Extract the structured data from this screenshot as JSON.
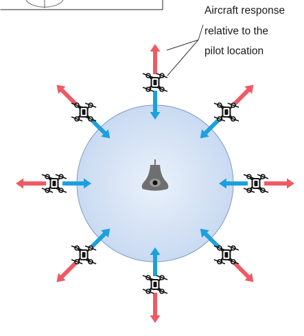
{
  "callout": {
    "lines": [
      "Aircraft response",
      "relative to the",
      "pilot location"
    ]
  },
  "colors": {
    "zone_fill": "#d4e2f4",
    "zone_stroke": "#7a9ac8",
    "arrow_away": "#ee5a64",
    "arrow_toward": "#1ba0de",
    "pilot": "#6f6f6f",
    "drone": "#111111"
  },
  "icons": {
    "pilot": "pilot-icon",
    "aircraft": "quadcopter-icon",
    "arrow_away": "arrow-away-icon",
    "arrow_toward": "arrow-toward-icon"
  },
  "aircraft_count": 8
}
